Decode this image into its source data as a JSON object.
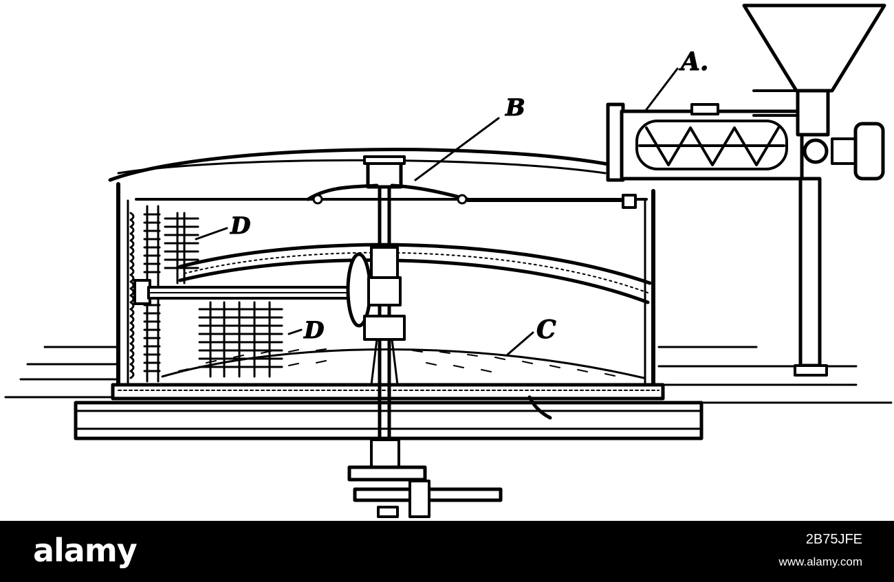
{
  "diagram": {
    "labels": {
      "a": "A.",
      "b": "B",
      "c": "C",
      "d_upper": "D",
      "d_lower": "D"
    }
  },
  "footer": {
    "logo": "alamy",
    "image_id": "2B75JFE",
    "url": "www.alamy.com"
  },
  "colors": {
    "ink": "#000000",
    "paper": "#ffffff",
    "footer_background": "#000000"
  }
}
